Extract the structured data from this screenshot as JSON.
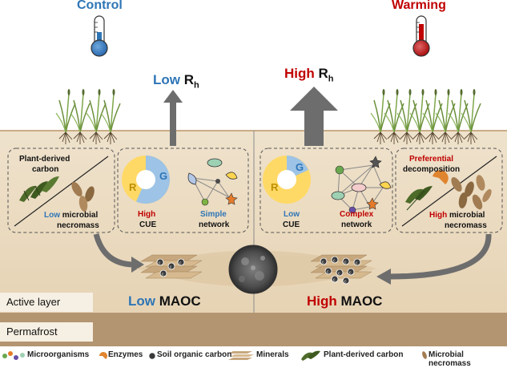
{
  "panels": {
    "left": {
      "title": "Control",
      "rh_level": "Low",
      "rh_label": "R",
      "rh_sub": "h",
      "plant_carbon_label_1": "Plant-derived",
      "plant_carbon_label_2": "carbon",
      "necromass_level": "Low",
      "necromass_label_1": "microbial",
      "necromass_label_2": "necromass",
      "pie_R": "R",
      "pie_G": "G",
      "cue_level": "High",
      "cue_label": "CUE",
      "network_level": "Simple",
      "network_label": "network",
      "maoc_level": "Low",
      "maoc_label": "MAOC"
    },
    "right": {
      "title": "Warming",
      "rh_level": "High",
      "rh_label": "R",
      "rh_sub": "h",
      "pref_label": "Preferential",
      "decomp_label": "decomposition",
      "necromass_level": "High",
      "necromass_label_1": "microbial",
      "necromass_label_2": "necromass",
      "pie_R": "R",
      "pie_G": "G",
      "cue_level": "Low",
      "cue_label": "CUE",
      "network_level": "Complex",
      "network_label": "network",
      "maoc_level": "High",
      "maoc_label": "MAOC"
    }
  },
  "layers": {
    "active": "Active layer",
    "permafrost": "Permafrost"
  },
  "legend": {
    "microorganisms": "Microorganisms",
    "enzymes": "Enzymes",
    "soc": "Soil organic carbon",
    "minerals": "Minerals",
    "plant_carbon": "Plant-derived carbon",
    "necromass": "Microbial necromass"
  },
  "colors": {
    "soil": "#eedfc8",
    "permafrost": "#b39571",
    "control_blue": "#2e75b6",
    "warming_red": "#c00000",
    "pie_G": "#9dc3e6",
    "pie_R": "#ffd966",
    "arrow": "#6d6d6d",
    "mineral": "#c7a77d"
  }
}
